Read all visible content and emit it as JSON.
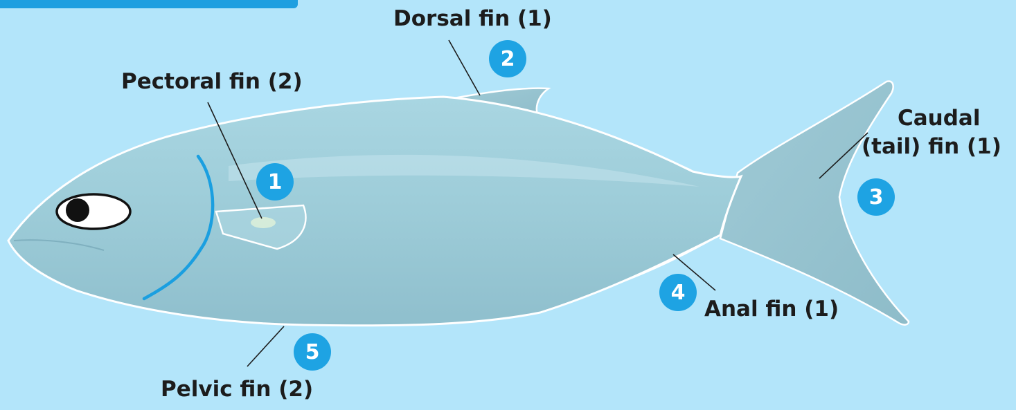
{
  "diagram": {
    "labels": {
      "pectoral": "Pectoral fin (2)",
      "dorsal": "Dorsal fin (1)",
      "caudal_line1": "Caudal",
      "caudal_line2": "(tail) fin (1)",
      "anal": "Anal fin (1)",
      "pelvic": "Pelvic fin (2)"
    },
    "badges": {
      "pectoral": "1",
      "dorsal": "2",
      "caudal": "3",
      "anal": "4",
      "pelvic": "5"
    }
  },
  "colors": {
    "background": "#b3e5fa",
    "fish_body": "#9ccbd8",
    "badge": "#1ea3e3",
    "gill_line": "#1a9fe0",
    "outline": "#ffffff",
    "label_text": "#1c1c1c"
  }
}
